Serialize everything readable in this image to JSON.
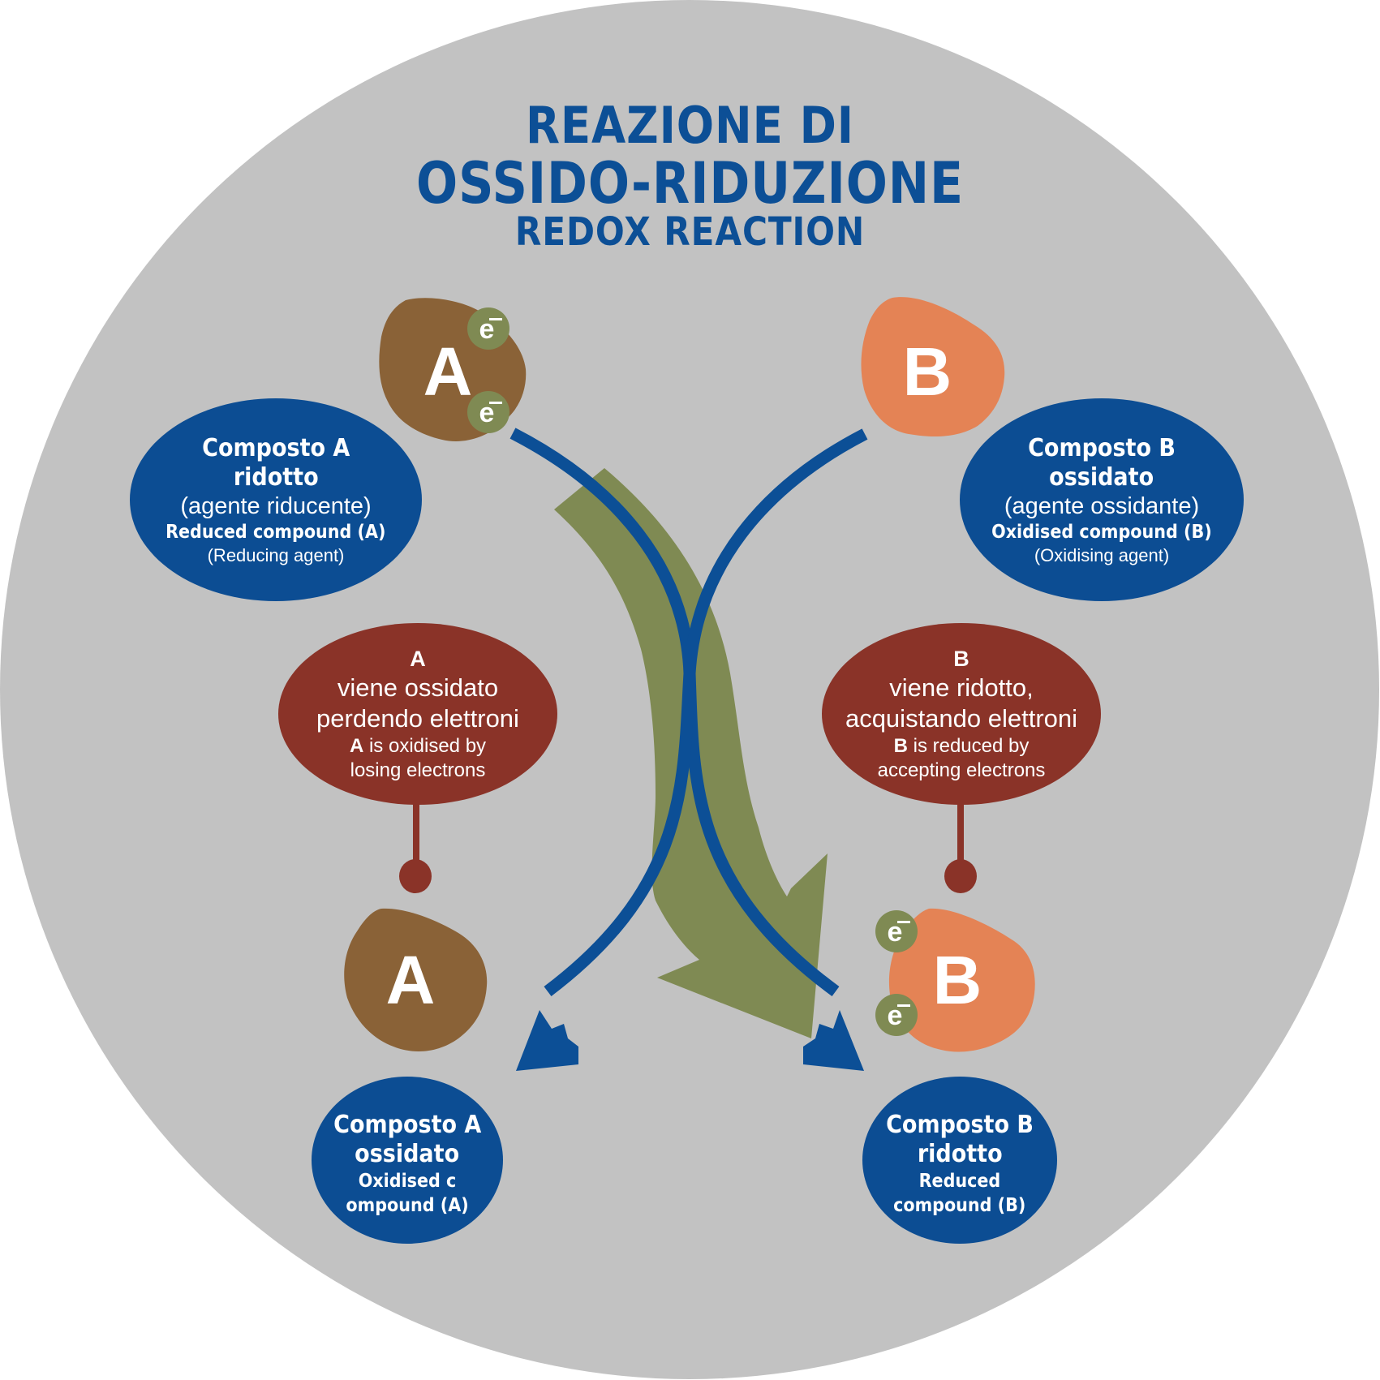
{
  "title": {
    "line1": "REAZIONE DI",
    "line2": "OSSIDO-RIDUZIONE",
    "line3": "REDOX REACTION"
  },
  "colors": {
    "background_disc": "#c2c2c2",
    "title_blue": "#0c4f96",
    "ellipse_blue": "#0c4d93",
    "ellipse_red": "#8a3328",
    "compound_a": "#8a6237",
    "compound_b": "#e48355",
    "electron": "#7f8a53",
    "transfer_arrow": "#7f8a53",
    "flow_arrow": "#0c4f96"
  },
  "compounds": {
    "a_top": {
      "letter": "A",
      "electrons": [
        "e",
        "e"
      ],
      "electron_sign": "−"
    },
    "b_top": {
      "letter": "B"
    },
    "a_bottom": {
      "letter": "A"
    },
    "b_bottom": {
      "letter": "B",
      "electrons": [
        "e",
        "e"
      ],
      "electron_sign": "−"
    }
  },
  "labels": {
    "a_reduced": {
      "it_title_1": "Composto A",
      "it_title_2": "ridotto",
      "it_role": "(agente riducente)",
      "en_title": "Reduced compound (A)",
      "en_role": "(Reducing agent)"
    },
    "b_oxidised": {
      "it_title_1": "Composto B",
      "it_title_2": "ossidato",
      "it_role": "(agente ossidante)",
      "en_title": "Oxidised compound (B)",
      "en_role": "(Oxidising agent)"
    },
    "a_process": {
      "head": "A",
      "it_1": "viene ossidato",
      "it_2": "perdendo elettroni",
      "en_bold": "A",
      "en_1": " is oxidised by",
      "en_2": "losing electrons"
    },
    "b_process": {
      "head": "B",
      "it_1": "viene ridotto,",
      "it_2": "acquistando elettroni",
      "en_bold": "B",
      "en_1": " is reduced by",
      "en_2": "accepting electrons"
    },
    "a_oxidised": {
      "it_title_1": "Composto A",
      "it_title_2": "ossidato",
      "en_1": "Oxidised c",
      "en_2": "ompound (A)"
    },
    "b_reduced": {
      "it_title_1": "Composto B",
      "it_title_2": "ridotto",
      "en_1": "Reduced",
      "en_2": "compound (B)"
    }
  }
}
